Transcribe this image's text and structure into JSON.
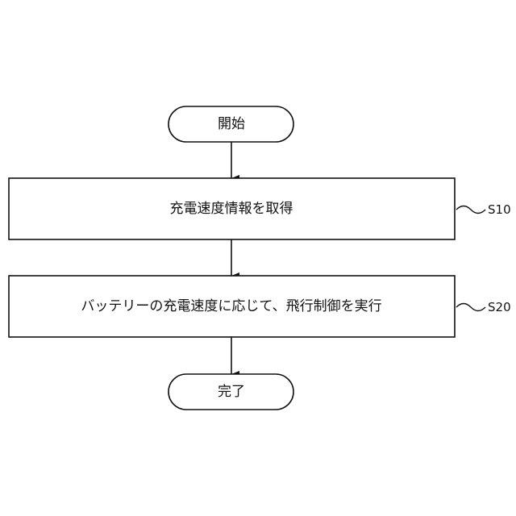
{
  "flowchart": {
    "start": {
      "label": "開始"
    },
    "steps": [
      {
        "id": "S10",
        "label": "充電速度情報を取得"
      },
      {
        "id": "S20",
        "label": "バッテリーの充電速度に応じて、飛行制御を実行"
      }
    ],
    "end": {
      "label": "完了"
    }
  },
  "colors": {
    "stroke": "#111111",
    "background": "#ffffff"
  }
}
